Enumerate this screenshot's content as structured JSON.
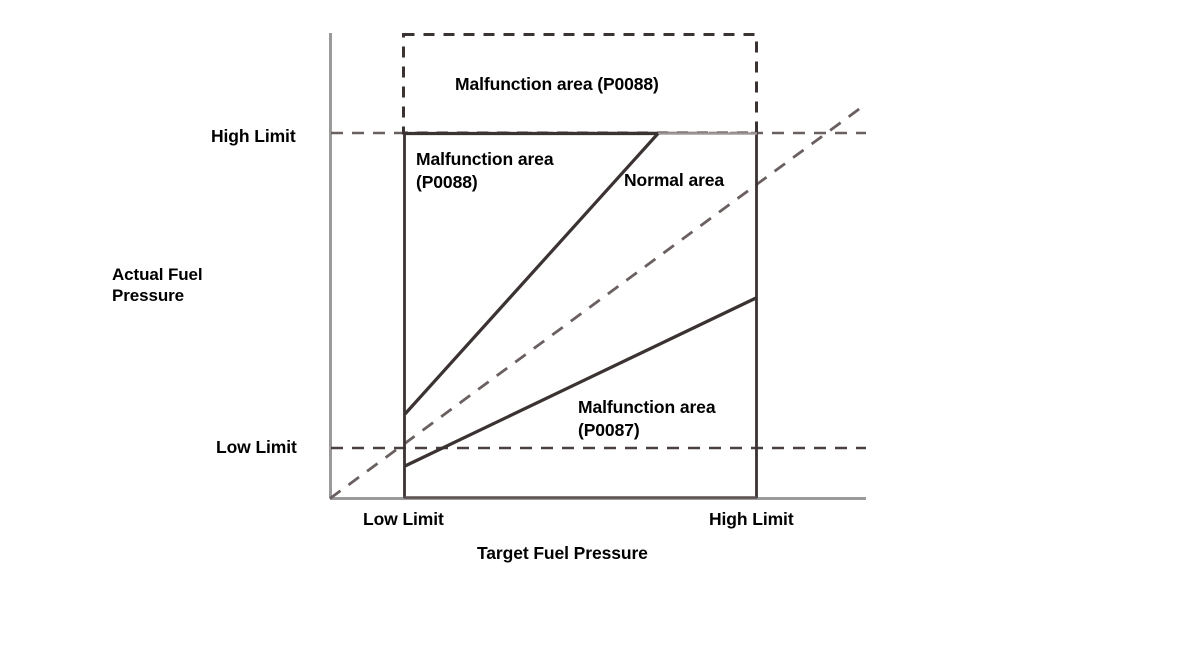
{
  "chart_data": {
    "type": "line",
    "title": "",
    "xlabel": "Target Fuel Pressure",
    "ylabel": "Actual Fuel Pressure",
    "x_tick_labels": [
      "Low Limit",
      "High Limit"
    ],
    "y_tick_labels": [
      "Low Limit",
      "High Limit"
    ],
    "grid": false,
    "legend": "none",
    "axes": {
      "x_axis_label": "Target Fuel Pressure",
      "y_axis_label_line1": "Actual Fuel",
      "y_axis_label_line2": "Pressure",
      "x_low_limit_label": "Low Limit",
      "x_high_limit_label": "High Limit",
      "y_low_limit_label": "Low Limit",
      "y_high_limit_label": "High Limit"
    },
    "regions": [
      {
        "name": "malfunction-upper",
        "label": "Malfunction area (P0088)",
        "description": "Dashed rectangle above the High Limit line spanning Low Limit to High Limit on x"
      },
      {
        "name": "malfunction-left",
        "label_line1": "Malfunction area",
        "label_line2": "(P0088)",
        "description": "Area left of the upper boundary line, above actual=target"
      },
      {
        "name": "normal",
        "label": "Normal area",
        "description": "Band between the upper and lower boundary lines"
      },
      {
        "name": "malfunction-lower",
        "label_line1": "Malfunction area",
        "label_line2": "(P0087)",
        "description": "Area below the lower boundary line"
      }
    ],
    "series": [
      {
        "name": "upper-boundary",
        "style": "solid",
        "points": [
          [
            0.0,
            0.23
          ],
          [
            0.72,
            1.0
          ],
          [
            1.0,
            1.0
          ]
        ]
      },
      {
        "name": "lower-boundary",
        "style": "solid",
        "points": [
          [
            0.0,
            0.0875
          ],
          [
            1.0,
            0.548
          ]
        ]
      },
      {
        "name": "identity-reference",
        "style": "dashed",
        "points": [
          [
            -1.14,
            -1.27
          ],
          [
            1.31,
            1.08
          ]
        ]
      }
    ],
    "colors": {
      "axis": "#9a9a9a",
      "line": "#3b3232",
      "dashed": "#5a5050",
      "text": "#000000",
      "background": "#ffffff"
    }
  }
}
